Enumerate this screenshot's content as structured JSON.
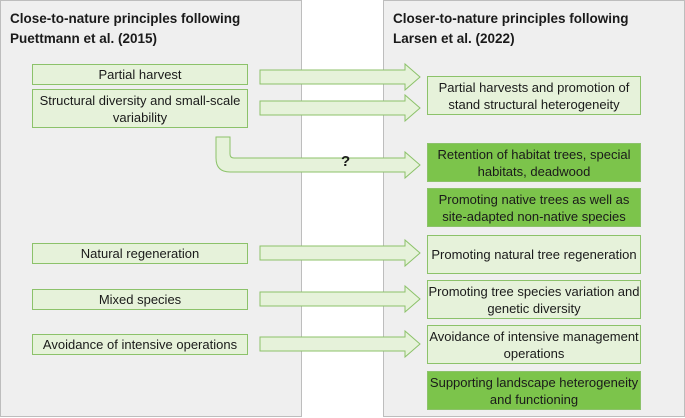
{
  "left_panel": {
    "title": "Close-to-nature principles following\nPuettmann et al. (2015)",
    "items": [
      "Partial harvest",
      "Structural diversity and small-scale variability",
      "Natural regeneration",
      "Mixed species",
      "Avoidance of intensive operations"
    ]
  },
  "right_panel": {
    "title": "Closer-to-nature principles following\nLarsen et al. (2022)",
    "items": [
      "Partial harvests and promotion of stand structural heterogeneity",
      "Retention of habitat trees, special habitats, deadwood",
      "Promoting native trees as well as site-adapted non-native species",
      "Promoting natural tree regeneration",
      "Promoting tree species variation and genetic diversity",
      "Avoidance of intensive management operations",
      "Supporting landscape heterogeneity and functioning"
    ]
  },
  "question_mark": "?",
  "colors": {
    "panel_bg": "#efefef",
    "box_light": "#e6f2da",
    "box_dark": "#7cc44b",
    "box_border": "#8cc26a",
    "arrow_fill": "#e6f2da"
  }
}
